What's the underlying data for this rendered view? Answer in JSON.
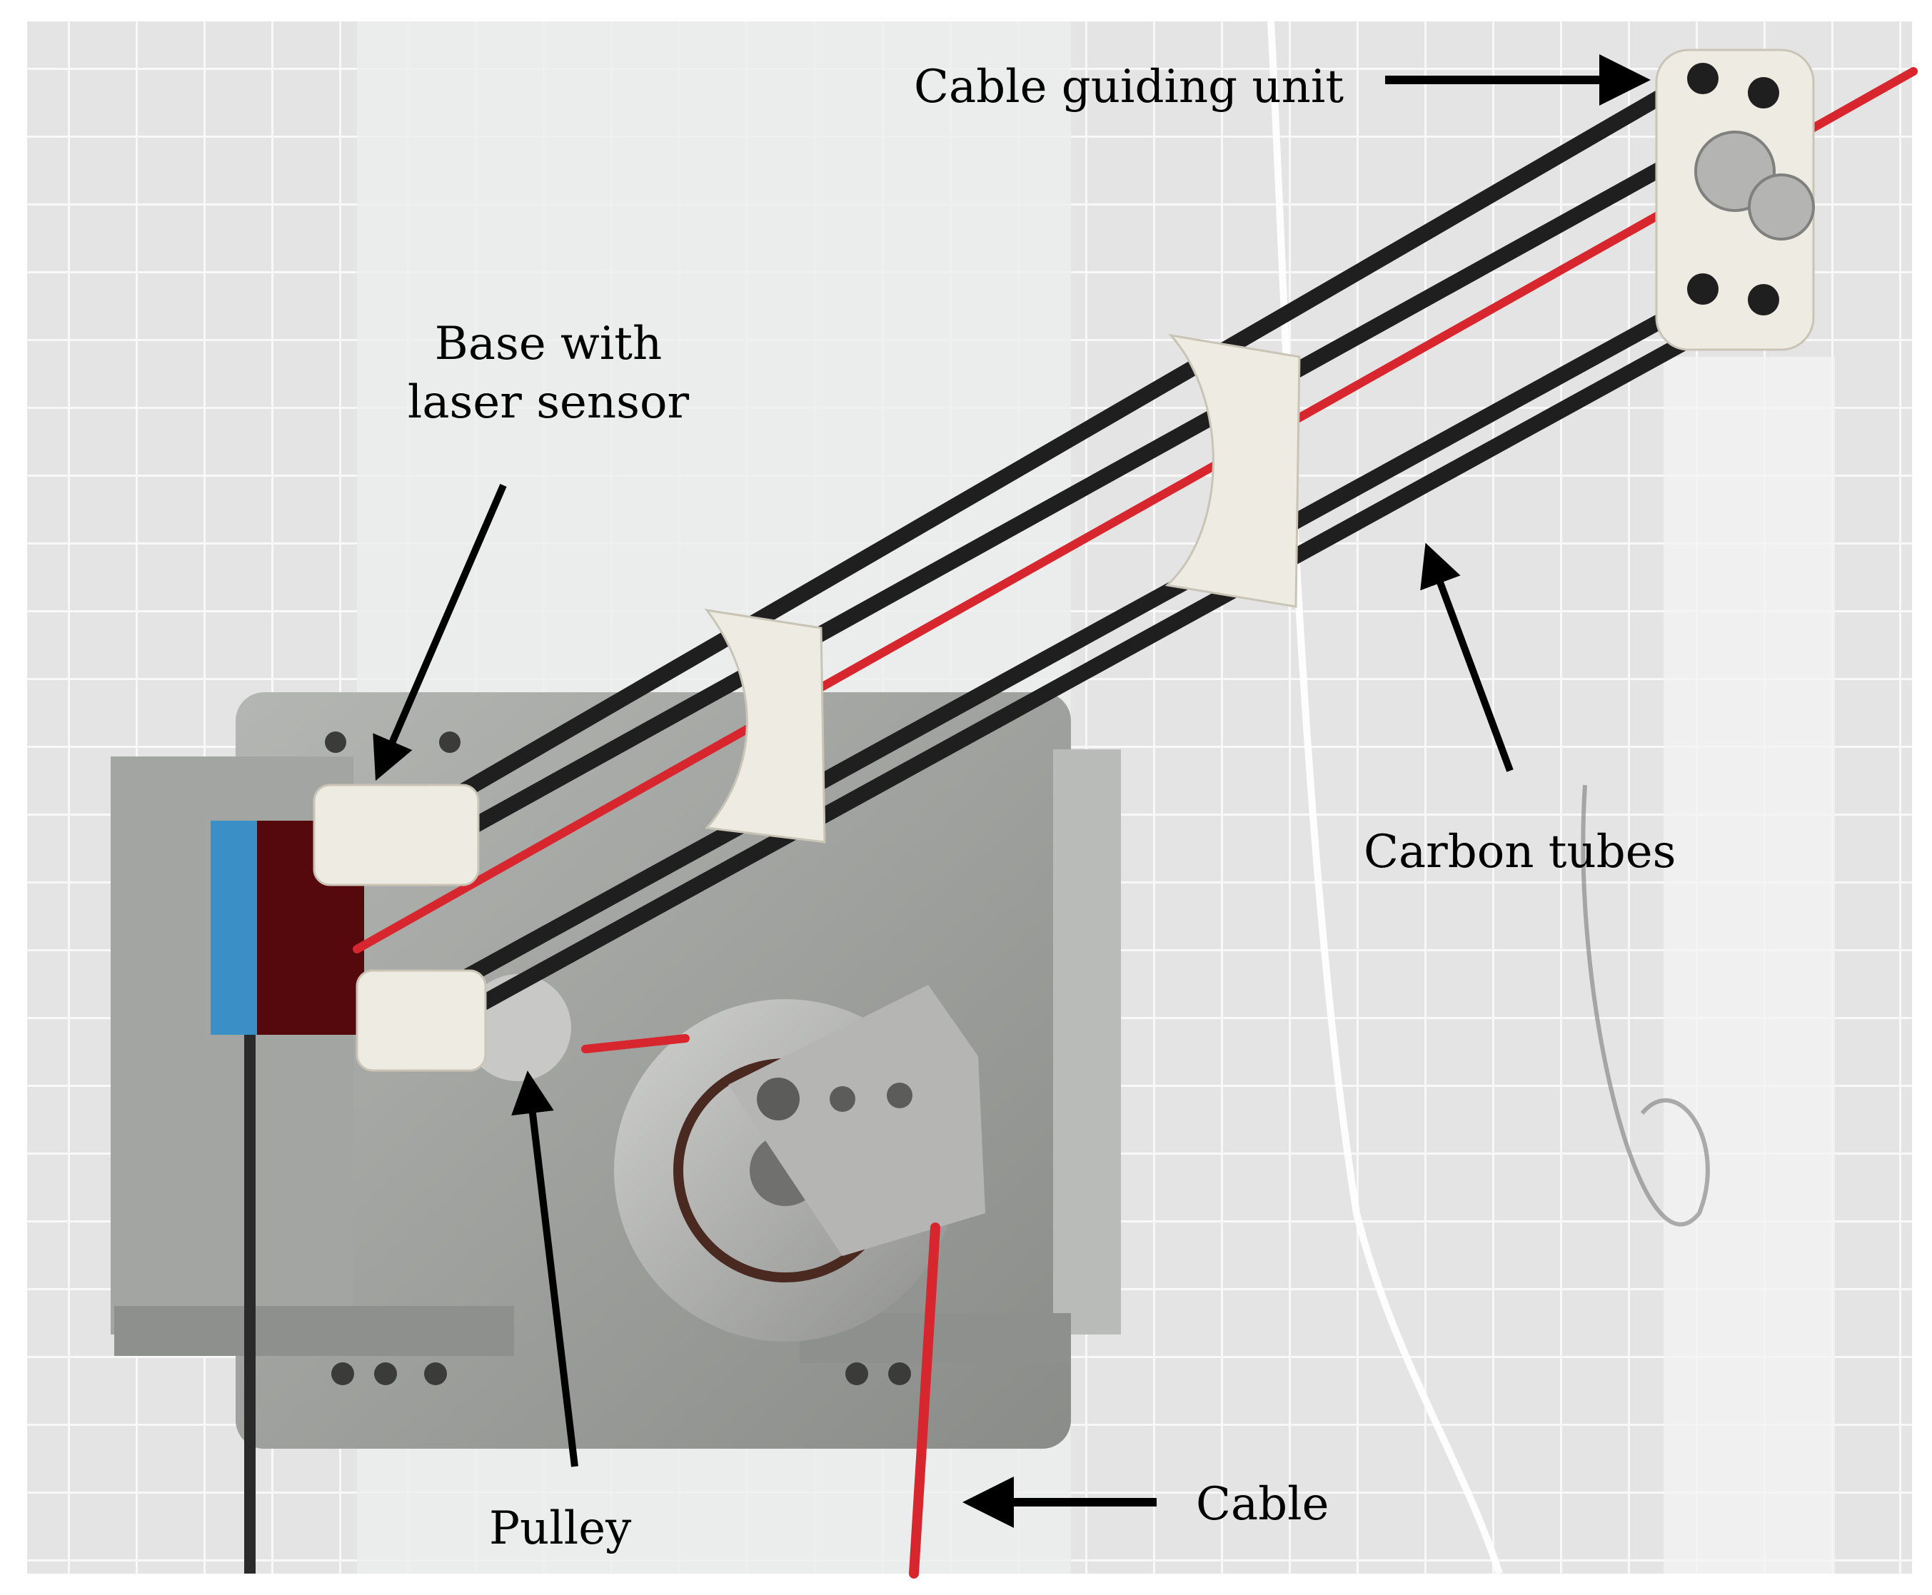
{
  "annotations": {
    "cable_guiding_unit": "Cable guiding unit",
    "base_line1": "Base with",
    "base_line2": "laser sensor",
    "carbon_tubes": "Carbon tubes",
    "pulley": "Pulley",
    "cable": "Cable"
  },
  "colors": {
    "background": "#e6e7e6",
    "grid": "#ffffff",
    "plate": "#9c9e9b",
    "carbon_tube": "#1f1f1f",
    "bracket": "#eeebe2",
    "cable": "#d8262e",
    "sensor_blue": "#3a8fc7",
    "sensor_lens": "#6a0d10",
    "arrow": "#000000"
  },
  "icons": [
    "arrow-icon"
  ]
}
